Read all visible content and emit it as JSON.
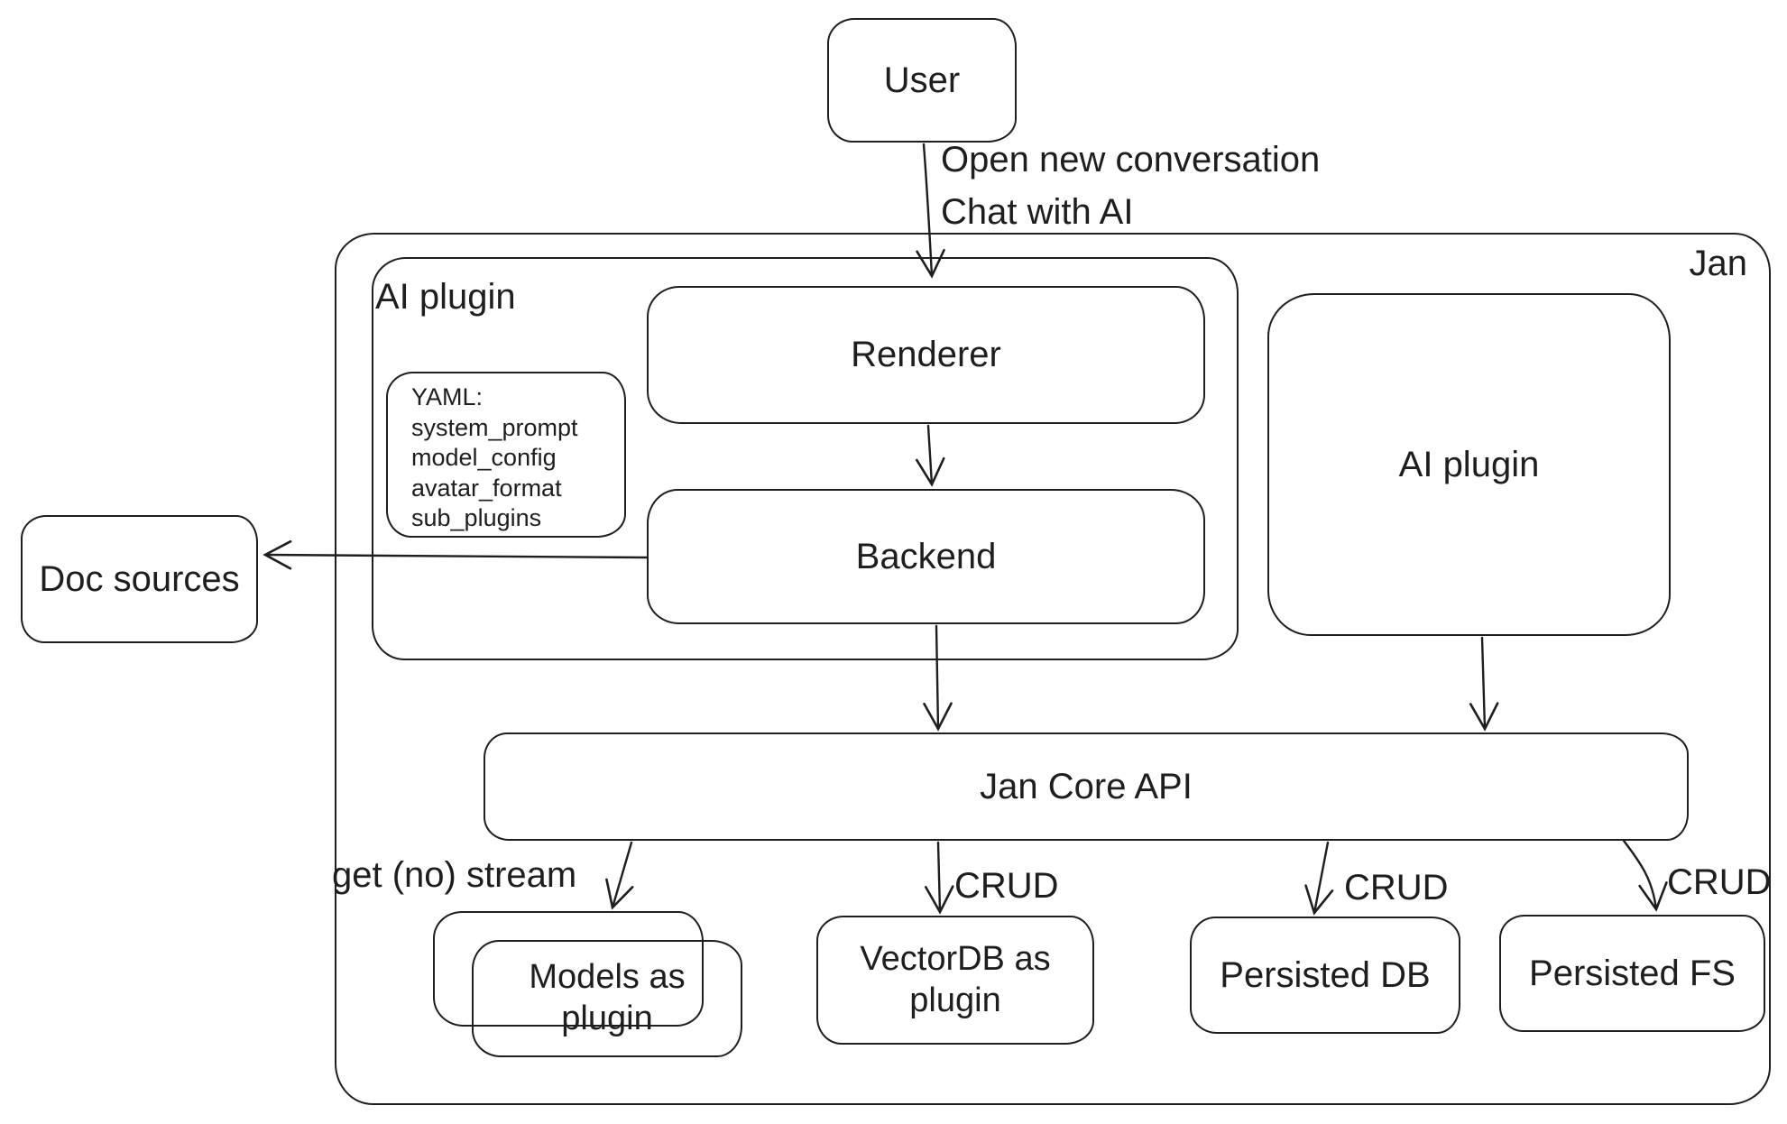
{
  "colors": {
    "stroke": "#1e1e1e",
    "background": "#ffffff"
  },
  "nodes": {
    "user": {
      "label": "User"
    },
    "jan_container": {
      "label": "Jan"
    },
    "ai_plugin_container": {
      "label": "AI plugin"
    },
    "renderer": {
      "label": "Renderer"
    },
    "yaml_note": {
      "title": "YAML:",
      "lines": [
        "system_prompt",
        "model_config",
        "avatar_format",
        "sub_plugins"
      ]
    },
    "backend": {
      "label": "Backend"
    },
    "ai_plugin": {
      "label": "AI plugin"
    },
    "doc_sources": {
      "label": "Doc sources"
    },
    "jan_core_api": {
      "label": "Jan Core API"
    },
    "models_as_plugin": {
      "label": "Models as plugin"
    },
    "vectordb": {
      "label": "VectorDB as plugin"
    },
    "persisted_db": {
      "label": "Persisted DB"
    },
    "persisted_fs": {
      "label": "Persisted FS"
    }
  },
  "edge_labels": {
    "user_line1": "Open new conversation",
    "user_line2": "Chat with AI",
    "stream": "get (no) stream",
    "crud_vectordb": "CRUD",
    "crud_persisted_db": "CRUD",
    "crud_persisted_fs": "CRUD"
  },
  "edges": [
    {
      "from": "user",
      "to": "renderer",
      "label": "Open new conversation / Chat with AI"
    },
    {
      "from": "renderer",
      "to": "backend",
      "label": ""
    },
    {
      "from": "backend",
      "to": "doc_sources",
      "label": ""
    },
    {
      "from": "backend",
      "to": "jan_core_api",
      "label": ""
    },
    {
      "from": "ai_plugin",
      "to": "jan_core_api",
      "label": ""
    },
    {
      "from": "jan_core_api",
      "to": "models_as_plugin",
      "label": "get (no) stream"
    },
    {
      "from": "jan_core_api",
      "to": "vectordb",
      "label": "CRUD"
    },
    {
      "from": "jan_core_api",
      "to": "persisted_db",
      "label": "CRUD"
    },
    {
      "from": "jan_core_api",
      "to": "persisted_fs",
      "label": "CRUD"
    }
  ]
}
